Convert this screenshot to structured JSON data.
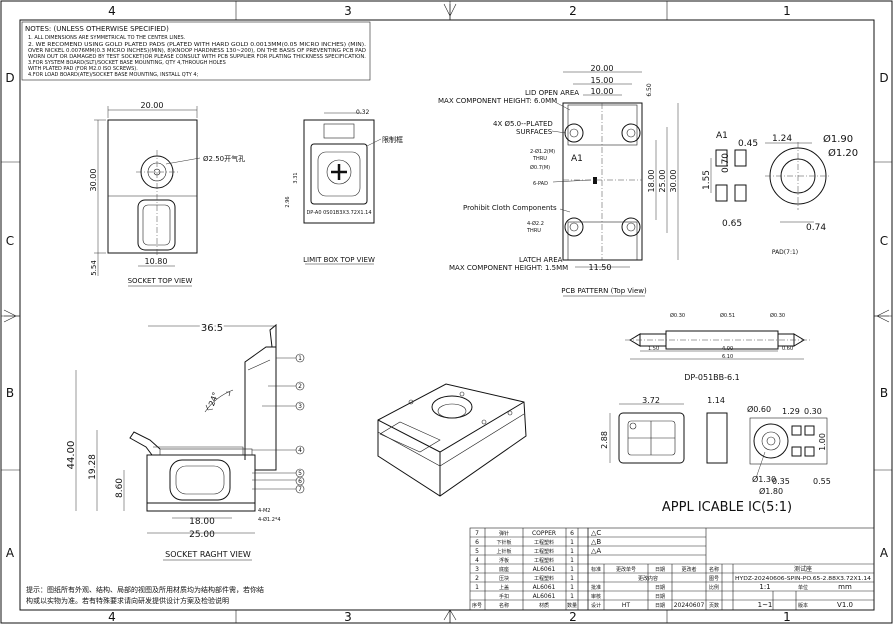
{
  "frame": {
    "top_cols": [
      "4",
      "3",
      "2",
      "1"
    ],
    "bottom_cols": [
      "4",
      "3",
      "2",
      "1"
    ],
    "left_rows": [
      "D",
      "C",
      "B",
      "A"
    ],
    "right_rows": [
      "D",
      "C",
      "B",
      "A"
    ]
  },
  "notes": {
    "title": "NOTES: (UNLESS OTHERWISE SPECIFIED)",
    "lines": [
      "1. ALL DIMENSIONS ARE SYMMETRICAL TO THE CENTER LINES.",
      "2. WE RECOMEND USING GOLD PLATED PADS (PLATED WITH HARD GOLD 0.0013MM(0.05 MICRO INCHES) (MIN).",
      "OVER NICKEL 0.0076MM(0.3 MICRO INCHES)(MIN), 8)KNOOP HARDNESS 130~200), ON THE BASIS OF PREVENTING PCB PAD",
      "WORN OUT OR DAMAGED BY TEST SOCKET(OR PLEASE CONSULT WITH PCB SUPPLIER FOR PLATING THICKNESS SPECIFICATION.",
      "3.FOR SYSTEM BOARD(SLT)/SOCKET BASE MOUNTING, QTY 4,THROUGH HOLES",
      "WITH PLATED PAD (FOR M2.0 ISO SCREWS).",
      "4.FOR LOAD BOARD(ATE)/SOCKET BASE MOUNTING, INSTALL QTY 4;"
    ]
  },
  "views": {
    "socket_top": {
      "label": "SOCKET TOP VIEW",
      "dims": {
        "width": "20.00",
        "height": "30.00",
        "bottom": "5.54",
        "key": "10.80"
      },
      "hole_note": "Ø2.50开气孔"
    },
    "limit_box": {
      "label": "LIMIT BOX   TOP VIEW",
      "dims": {
        "top": "0.32",
        "side": "2.96",
        "side2": "3.31"
      },
      "tag": "限制框",
      "inner_text": "DP-A0 0S01B3X3.72X1.14"
    },
    "pcb_pattern": {
      "label": "PCB PATTERN (Top View)",
      "lid_open_1": "LID OPEN AREA",
      "lid_open_2": "MAX COMPONENT HEIGHT: 6.0MM",
      "holes_1": "4X Ø5.0--PLATED",
      "holes_2": "SURFACES",
      "thru_small_1": "2-Ø1.2(M)",
      "thru_small_2": "THRU",
      "pin_note": "Ø0.7(M)",
      "pad_note": "6-PAD",
      "a1": "A1",
      "prohibit": "Prohibit Cloth Components",
      "thru_big_1": "4-Ø2.2",
      "thru_big_2": "THRU",
      "latch_1": "LATCH AREA",
      "latch_2": "MAX COMPONENT HEIGHT: 1.5MM",
      "dims": {
        "w20": "20.00",
        "w15": "15.00",
        "w10": "10.00",
        "h650": "6.50",
        "h18": "18.00",
        "h25": "25.00",
        "h30": "30.00",
        "w1150": "11.50"
      }
    },
    "pad": {
      "label": "PAD(7:1)",
      "a1": "A1",
      "dims": {
        "d045": "0.45",
        "d124": "1.24",
        "d190": "Ø1.90",
        "d120": "Ø1.20",
        "d070": "0.70",
        "d155": "1.55",
        "d065": "0.65",
        "d074": "0.74"
      }
    },
    "pin": {
      "label": "DP-051BB-6.1",
      "dims": {
        "dia_a": "Ø0.30",
        "dia_b": "Ø0.51",
        "dia_c": "Ø0.30",
        "len_a": "1.50",
        "len_b": "4.00",
        "len_c": "0.60",
        "total": "6.10"
      }
    },
    "socket_side": {
      "label": "SOCKET RAGHT VIEW",
      "dims": {
        "top": "36.5",
        "angle": "24°",
        "h44": "44.00",
        "h1928": "19.28",
        "h860": "8.60",
        "w18": "18.00",
        "w25": "25.00",
        "bolt1": "4-M2",
        "bolt2": "4-Ø1.2*4"
      },
      "callouts": [
        "1",
        "2",
        "3",
        "4",
        "5",
        "6",
        "7"
      ]
    },
    "ic": {
      "label": "APPL ICABLE IC(5:1)",
      "dims": {
        "w372": "3.72",
        "h288": "2.88",
        "w114": "1.14",
        "d060": "Ø0.60",
        "d129": "1.29",
        "d030": "0.30",
        "d100": "1.00",
        "d130": "Ø1.30",
        "d180": "Ø1.80",
        "d035": "0.35",
        "d055": "0.55"
      }
    }
  },
  "bom": {
    "rows": [
      {
        "no": "7",
        "part": "弹针",
        "material": "COPPER",
        "qty": "6"
      },
      {
        "no": "6",
        "part": "下针板",
        "material": "工程塑料",
        "qty": "1"
      },
      {
        "no": "5",
        "part": "上针板",
        "material": "工程塑料",
        "qty": "1"
      },
      {
        "no": "4",
        "part": "浮板",
        "material": "工程塑料",
        "qty": "1"
      },
      {
        "no": "3",
        "part": "底座",
        "material": "AL6061",
        "qty": "1"
      },
      {
        "no": "2",
        "part": "压块",
        "material": "工程塑料",
        "qty": "1"
      },
      {
        "no": "1",
        "part": "上盖",
        "material": "AL6061",
        "qty": "1"
      },
      {
        "no": "",
        "part": "手扣",
        "material": "AL6061",
        "qty": "1"
      }
    ],
    "header": {
      "no": "序号",
      "part": "名称",
      "material": "材质",
      "qty": "数量"
    },
    "rev_marks": [
      "△C",
      "△B",
      "△A"
    ]
  },
  "title_block": {
    "l_design": "设计",
    "l_check": "审核",
    "l_approve": "批准",
    "l_std": "标准",
    "l_date": "日期",
    "l_change_no": "更改单号",
    "l_change_content": "更改内容",
    "l_changer": "更改者",
    "l_name": "名称",
    "name": "测试座",
    "l_part_no": "图号",
    "part_no": "HYDZ-20240606-SPIN-PO.65-2.88X3.72X1.14",
    "l_scale": "比例",
    "scale": "1:1",
    "l_unit": "单位",
    "unit": "mm",
    "l_page": "页数",
    "page": "1~1",
    "l_version": "版本",
    "version": "V1.0",
    "designer": "HT",
    "date": "20240607"
  },
  "footnote": {
    "line1": "提示：图纸所有外观、结构、局部的视图及所用材质均为结构部件需，若你结",
    "line2": "构或以实物为准。若有特殊要求请向研发提供设计方案及检验说明"
  }
}
